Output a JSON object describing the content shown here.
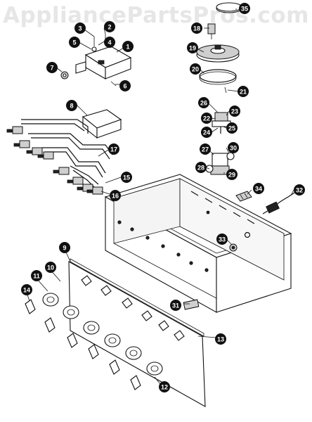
{
  "watermark": "AppliancePartsPros.com",
  "callouts": [
    "1",
    "2",
    "3",
    "4",
    "5",
    "6",
    "7",
    "8",
    "9",
    "10",
    "11",
    "12",
    "13",
    "14",
    "15",
    "16",
    "17",
    "18",
    "19",
    "20",
    "21",
    "22",
    "23",
    "24",
    "25",
    "26",
    "27",
    "28",
    "29",
    "30",
    "31",
    "32",
    "33",
    "34",
    "35"
  ]
}
